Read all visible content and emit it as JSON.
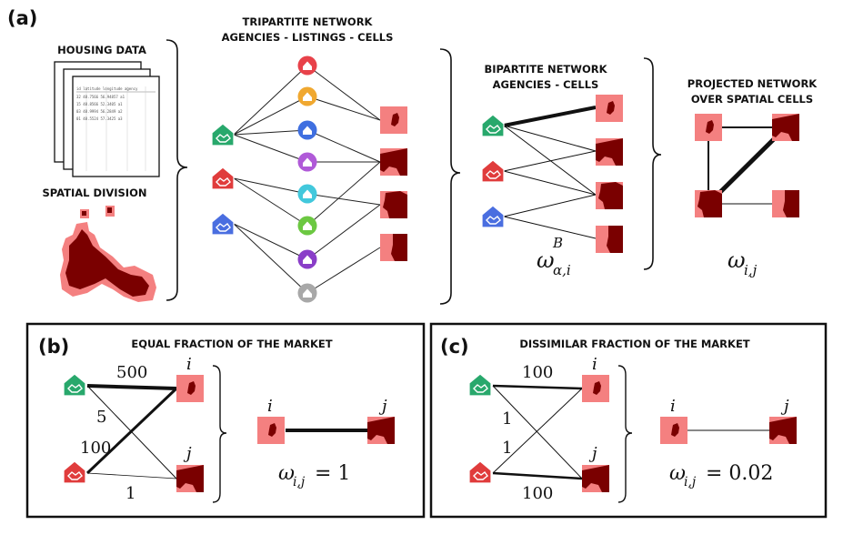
{
  "panel_a": {
    "label": "(a)",
    "housing_data": "HOUSING DATA",
    "spatial_division": "SPATIAL DIVISION",
    "tripartite_title_1": "TRIPARTITE NETWORK",
    "tripartite_title_2": "AGENCIES - LISTINGS - CELLS",
    "bipartite_title_1": "BIPARTITE NETWORK",
    "bipartite_title_2": "AGENCIES - CELLS",
    "projected_title_1": "PROJECTED NETWORK",
    "projected_title_2": "OVER SPATIAL CELLS",
    "bipartite_weight": {
      "base": "ω",
      "sup": "B",
      "sub": "α,i"
    },
    "projected_weight": {
      "base": "ω",
      "sub": "i,j"
    },
    "table_lines": [
      "id  latitude  longitude agency",
      "32  48.7566  56.94857  a1",
      "15  48.8566  52.3405   a1",
      "03  48.9994  56.2849   a2",
      "01  48.5524  57.3425   a3"
    ],
    "listing_colors": [
      "#e8424a",
      "#f0a830",
      "#3f6fe0",
      "#b05ad8",
      "#42c8dc",
      "#6cc842",
      "#8a3ec8",
      "#a8a8a8"
    ],
    "agency_colors": [
      "#28a86c",
      "#e03c3c",
      "#4a6ee0"
    ]
  },
  "panel_b": {
    "label": "(b)",
    "title": "EQUAL FRACTION OF THE MARKET",
    "edge_labels": [
      "500",
      "5",
      "100",
      "1"
    ],
    "node_i": "i",
    "node_j": "j",
    "weight": {
      "base": "ω",
      "sub": "i,j",
      "rhs": "= 1"
    }
  },
  "panel_c": {
    "label": "(c)",
    "title": "DISSIMILAR FRACTION OF THE MARKET",
    "edge_labels": [
      "100",
      "1",
      "1",
      "100"
    ],
    "node_i": "i",
    "node_j": "j",
    "weight": {
      "base": "ω",
      "sub": "i,j",
      "rhs": "= 0.02"
    }
  },
  "colors": {
    "cell_light": "#f48080",
    "cell_dark": "#7a0000",
    "edge": "#222222"
  }
}
